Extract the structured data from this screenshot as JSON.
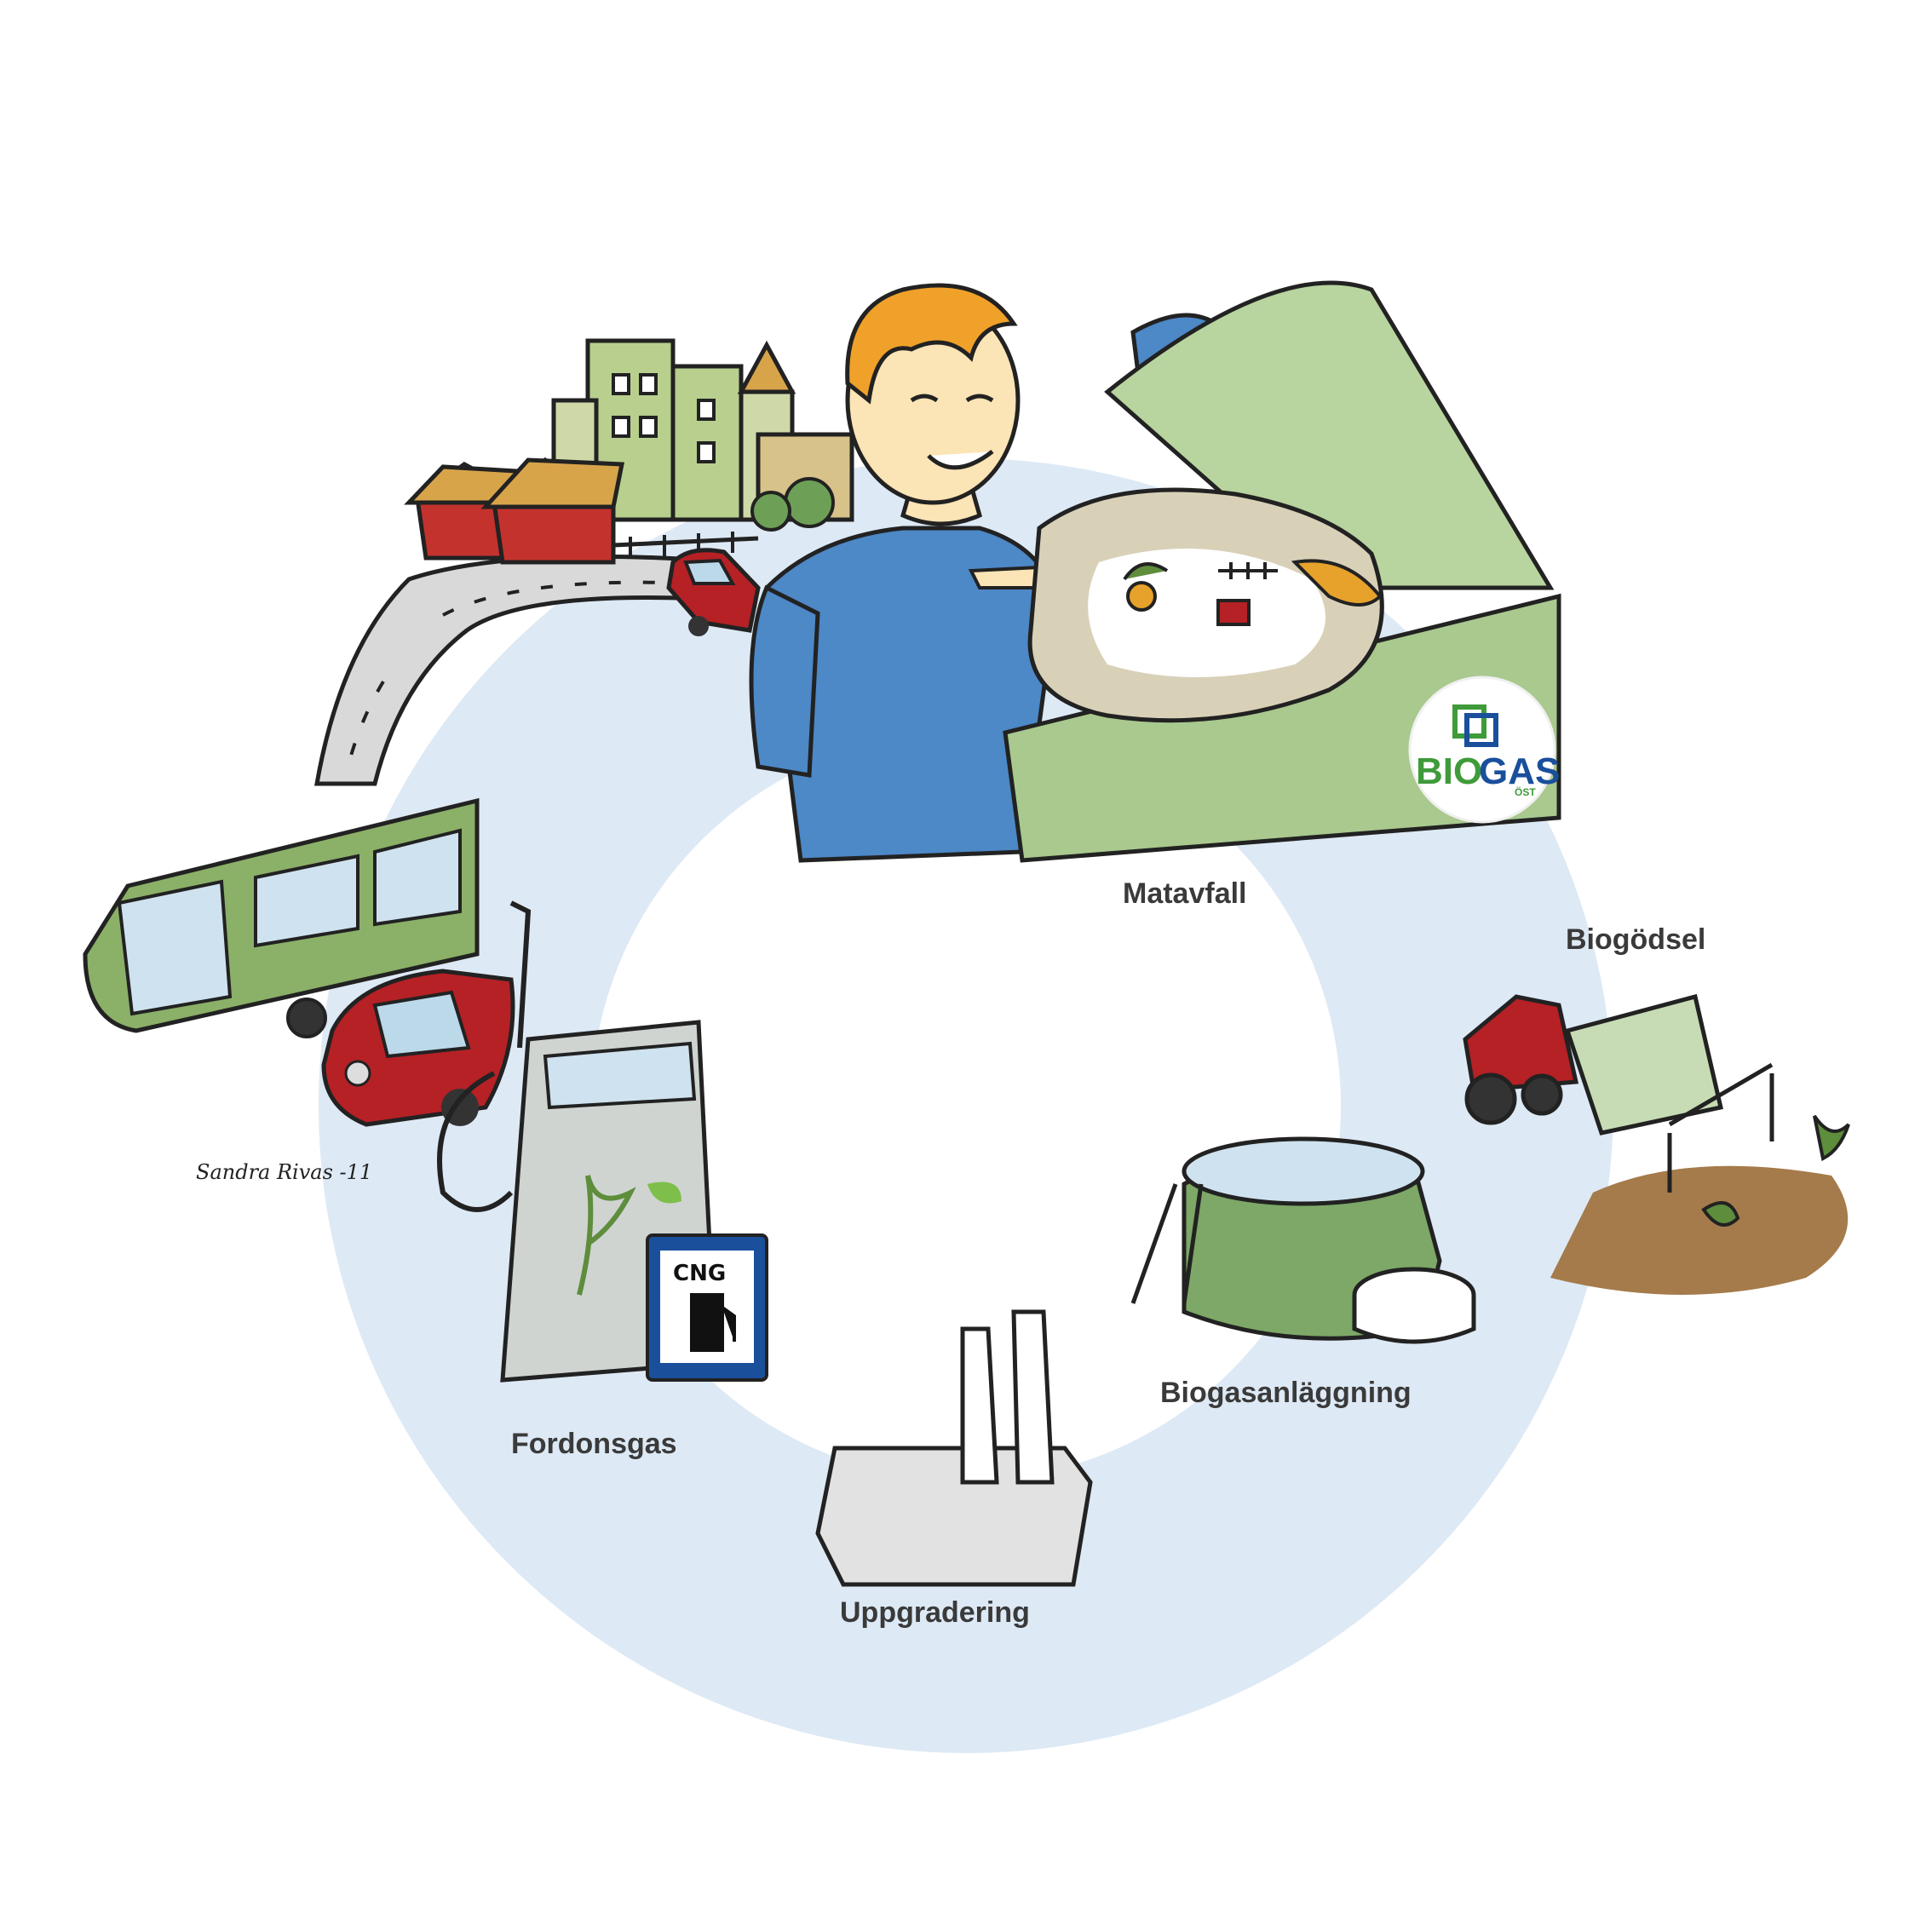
{
  "stages": {
    "matavfall": "Matavfall",
    "biogodsel": "Biogödsel",
    "biogasanlaggning": "Biogasanläggning",
    "uppgradering": "Uppgradering",
    "fordonsgas": "Fordonsgas"
  },
  "sign": {
    "text": "CNG"
  },
  "logo": {
    "main_b": "BIO",
    "main_g": "GAS",
    "sub": "ÖST"
  },
  "signature": "Sandra Rivas -11",
  "colors": {
    "cycle_ring": "#dde9f5",
    "bin_green": "#a9c98e",
    "shirt_blue": "#4d88c7",
    "hair_orange": "#f0a12a",
    "car_red": "#b52125",
    "tank_green": "#7da867",
    "sign_blue": "#1a4f9c",
    "soil_brown": "#a57b4b",
    "building_green": "#b8cf8e",
    "roof_orange": "#d8a44a"
  }
}
